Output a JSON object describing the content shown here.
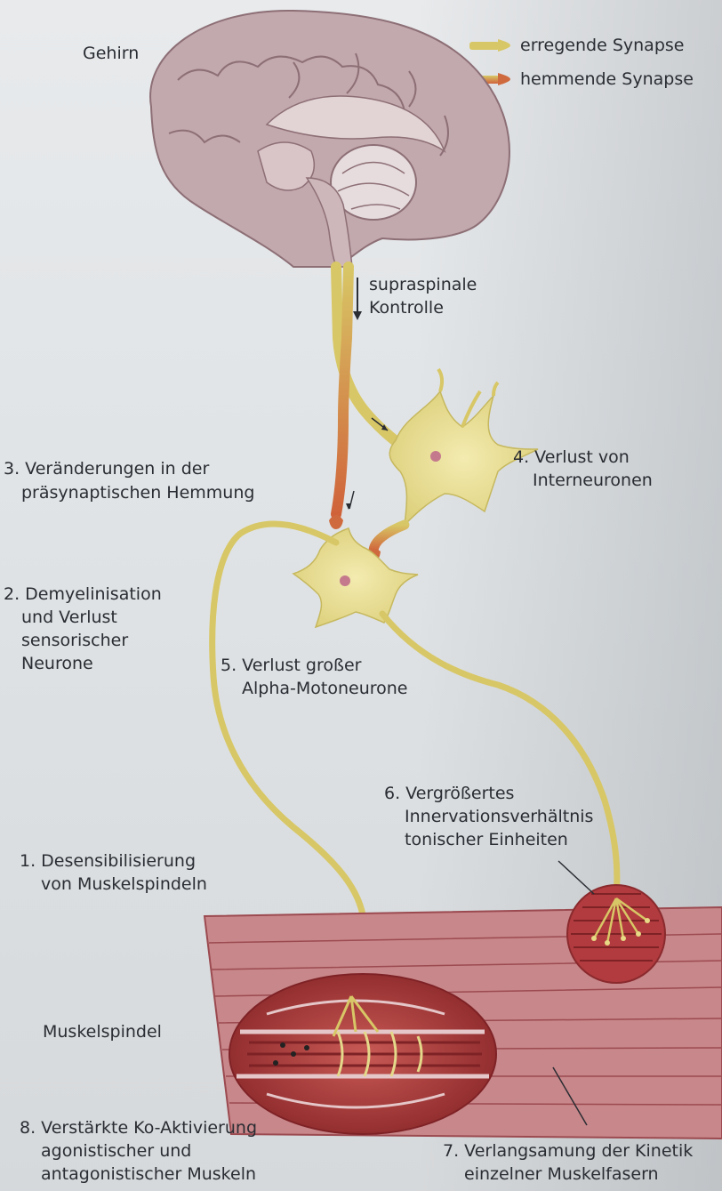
{
  "legend": {
    "excitatory": "erregende Synapse",
    "inhibitory": "hemmende Synapse"
  },
  "labels": {
    "brain": "Gehirn",
    "supraspinal_1": "supraspinale",
    "supraspinal_2": "Kontrolle",
    "item3_line1": "3. Veränderungen in der",
    "item3_line2": "präsynaptischen Hemmung",
    "item4_line1": "4. Verlust von",
    "item4_line2": "Interneuronen",
    "item2_line1": "2. Demyelinisation",
    "item2_line2": "und Verlust",
    "item2_line3": "sensorischer",
    "item2_line4": "Neurone",
    "item5_line1": "5. Verlust großer",
    "item5_line2": "Alpha-Motoneurone",
    "item6_line1": "6. Vergrößertes",
    "item6_line2": "Innervationsverhältnis",
    "item6_line3": "tonischer Einheiten",
    "item1_line1": "1. Desensibilisierung",
    "item1_line2": "von Muskelspindeln",
    "spindle": "Muskelspindel",
    "item8_line1": "8. Verstärkte Ko-Aktivierung",
    "item8_line2": "agonistischer und",
    "item8_line3": "antagonistischer Muskeln",
    "item7_line1": "7. Verlangsamung der Kinetik",
    "item7_line2": "einzelner Muskelfasern"
  },
  "colors": {
    "excitatory": "#d8c766",
    "inhibitory": "#cf6a3e",
    "neuron": "#e9df8f",
    "muscle": "#b8474a",
    "brain": "#bfa6ab"
  }
}
